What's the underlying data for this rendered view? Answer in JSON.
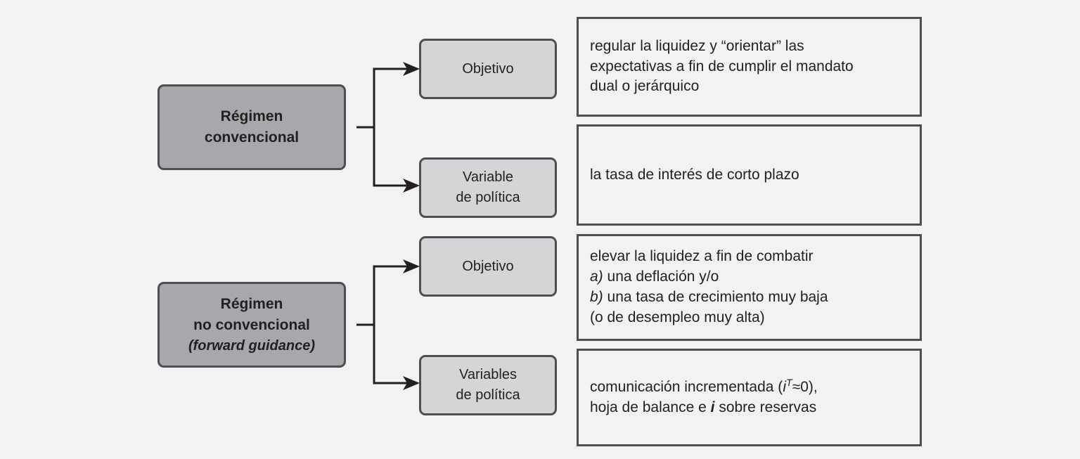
{
  "colors": {
    "background": "#f2f2f3",
    "regime_fill": "#a6a8ab",
    "mid_fill": "#d4d5d7",
    "border": "#4d4e52",
    "text": "#231f20",
    "connector": "#231f20"
  },
  "rows": [
    {
      "regime": {
        "line1": "Régimen",
        "line2": "convencional",
        "line3": ""
      },
      "branches": [
        {
          "label_line1": "Objetivo",
          "label_line2": "",
          "description_lines": [
            "regular la liquidez y “orientar” las",
            "expectativas a fin de cumplir el mandato",
            "dual o jerárquico"
          ]
        },
        {
          "label_line1": "Variable",
          "label_line2": "de política",
          "description_lines": [
            "la tasa de interés de corto plazo"
          ]
        }
      ]
    },
    {
      "regime": {
        "line1": "Régimen",
        "line2": "no convencional",
        "line3": "(forward guidance)"
      },
      "branches": [
        {
          "label_line1": "Objetivo",
          "label_line2": "",
          "description_lines": [
            "elevar la liquidez a fin de combatir",
            "a) una deflación y/o",
            "b) una tasa de crecimiento muy baja",
            "(o de desempleo muy alta)"
          ]
        },
        {
          "label_line1": "Variables",
          "label_line2": "de política",
          "description_lines": [
            "comunicación incrementada (iT≈0),",
            "hoja de balance e i sobre reservas"
          ]
        }
      ]
    }
  ]
}
